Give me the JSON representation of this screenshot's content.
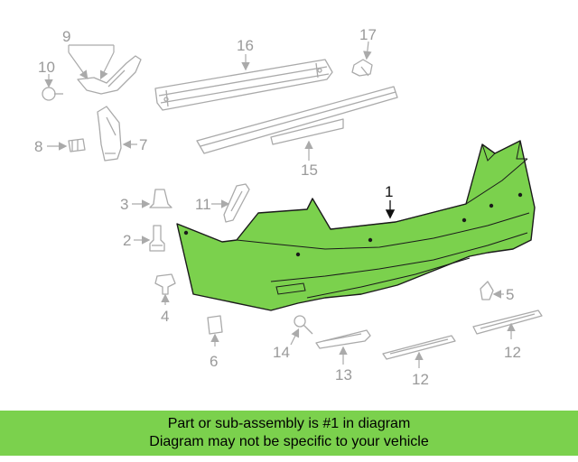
{
  "colors": {
    "highlight_part": "#7bd14d",
    "highlight_stroke": "#1a1a1a",
    "ghost_line": "#aaaaaa",
    "banner_background": "#7bd14d",
    "banner_text": "#000000"
  },
  "callouts": {
    "c1": "1",
    "c2": "2",
    "c3": "3",
    "c4": "4",
    "c5": "5",
    "c6": "6",
    "c7": "7",
    "c8": "8",
    "c9": "9",
    "c10": "10",
    "c11": "11",
    "c12a": "12",
    "c12b": "12",
    "c13": "13",
    "c14": "14",
    "c15": "15",
    "c16": "16",
    "c17": "17"
  },
  "banner": {
    "line1": "Part or sub-assembly is #1 in diagram",
    "line2": "Diagram may not be specific to your vehicle"
  }
}
